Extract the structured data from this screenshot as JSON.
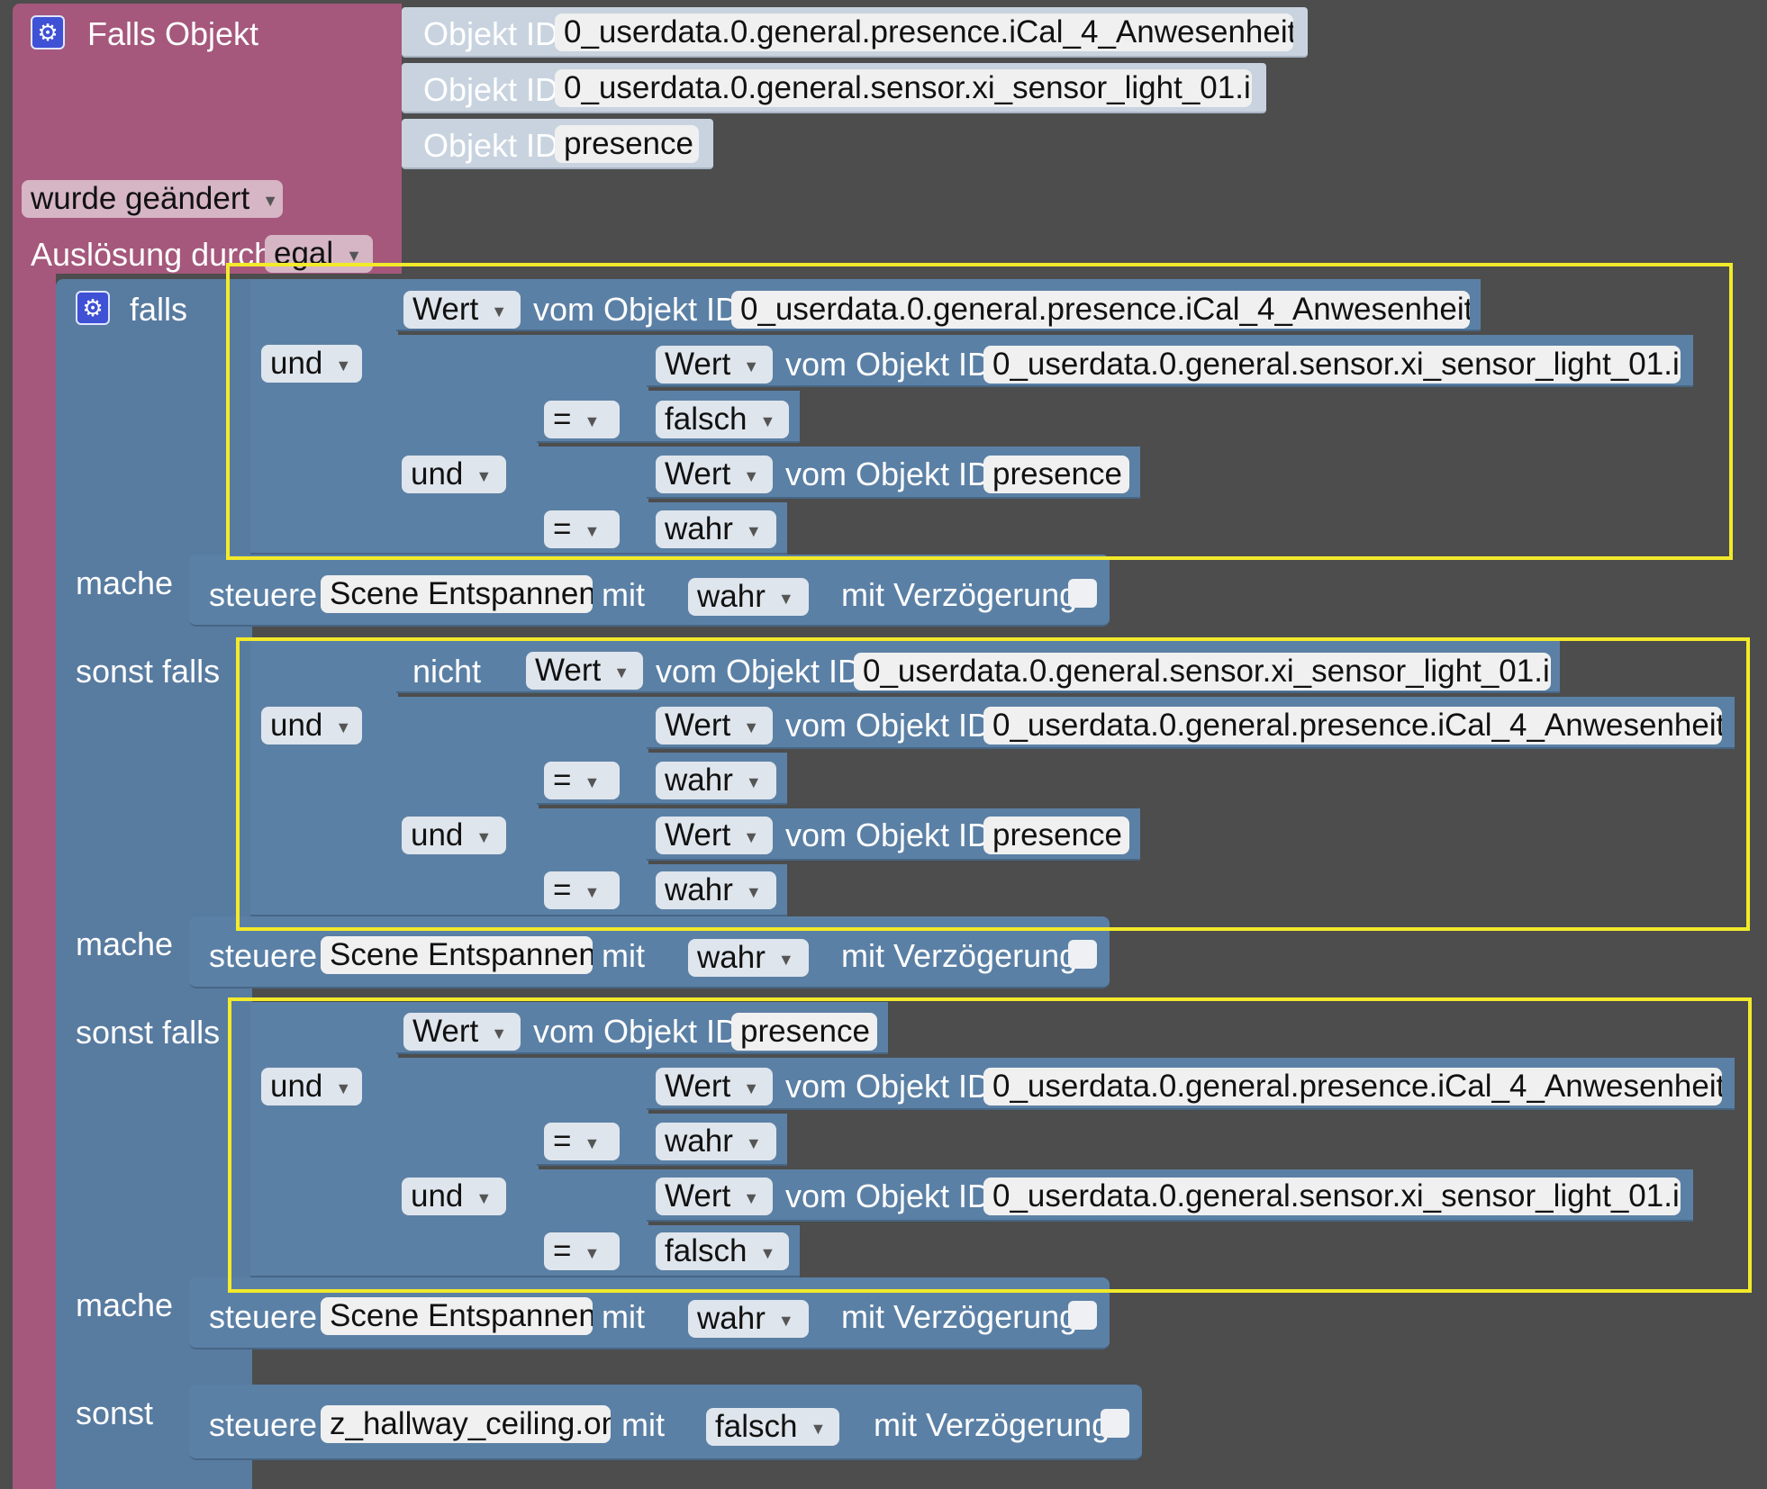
{
  "trigger": {
    "title": "Falls Objekt",
    "object_ids": [
      {
        "label": "Objekt ID",
        "value": "0_userdata.0.general.presence.iCal_4_Anwesenheit..."
      },
      {
        "label": "Objekt ID",
        "value": "0_userdata.0.general.sensor.xi_sensor_light_01.i..."
      },
      {
        "label": "Objekt ID",
        "value": "presence"
      }
    ],
    "condition": "wurde geändert",
    "trigger_label": "Auslösung durch",
    "trigger_value": "egal"
  },
  "ifblock": {
    "falls": "falls",
    "mache": "mache",
    "sonst_falls": "sonst falls",
    "sonst": "sonst"
  },
  "labels": {
    "und": "und",
    "eq": "=",
    "wert": "Wert",
    "vom": "vom Objekt ID",
    "nicht": "nicht",
    "steuere": "steuere",
    "mit": "mit",
    "mit_verz": "mit Verzögerung"
  },
  "cond1": {
    "a": "0_userdata.0.general.presence.iCal_4_Anwesenheit...",
    "b": "0_userdata.0.general.sensor.xi_sensor_light_01.i...",
    "b_val": "falsch",
    "c": "presence",
    "c_val": "wahr"
  },
  "action1": {
    "target": "Scene Entspannen",
    "value": "wahr"
  },
  "cond2": {
    "a": "0_userdata.0.general.sensor.xi_sensor_light_01.i...",
    "b": "0_userdata.0.general.presence.iCal_4_Anwesenheit...",
    "b_val": "wahr",
    "c": "presence",
    "c_val": "wahr"
  },
  "action2": {
    "target": "Scene Entspannen",
    "value": "wahr"
  },
  "cond3": {
    "a": "presence",
    "b": "0_userdata.0.general.presence.iCal_4_Anwesenheit...",
    "b_val": "wahr",
    "c": "0_userdata.0.general.sensor.xi_sensor_light_01.i...",
    "c_val": "falsch"
  },
  "action3": {
    "target": "Scene Entspannen",
    "value": "wahr"
  },
  "action4": {
    "target": "z_hallway_ceiling.on",
    "value": "falsch"
  },
  "colors": {
    "event_block": "#a5587c",
    "logic_block": "#5b80a5",
    "id_block": "#c8d3df",
    "highlight": "#f2ea2a",
    "workspace": "#4d4d4d"
  }
}
